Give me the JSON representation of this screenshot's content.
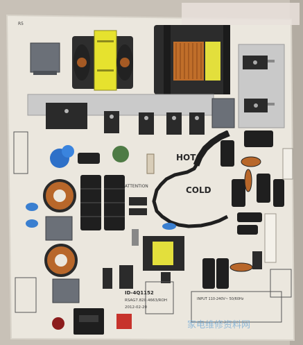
{
  "scene": {
    "subject": "power-supply-board",
    "colors": {
      "pcb": "#ece8df",
      "background": "#c9c2b8",
      "trace_silk": "#2b2b2b",
      "heatsink": "#c7c7c7",
      "coil": "#c2702a",
      "transformer_tape": "#e3df3c",
      "blue_cap": "#3a7fd0"
    }
  },
  "labels": {
    "hot": "HOT",
    "cold": "COLD",
    "attention": "ATTENTION",
    "model": "ID-4Q1152",
    "code": "RSAG7.820.4663/ROH",
    "date": "2012-02-20",
    "ref": "R5",
    "input_note": "INPUT 110-240V~ 50/60Hz",
    "watermark": "家电维修资料网"
  }
}
